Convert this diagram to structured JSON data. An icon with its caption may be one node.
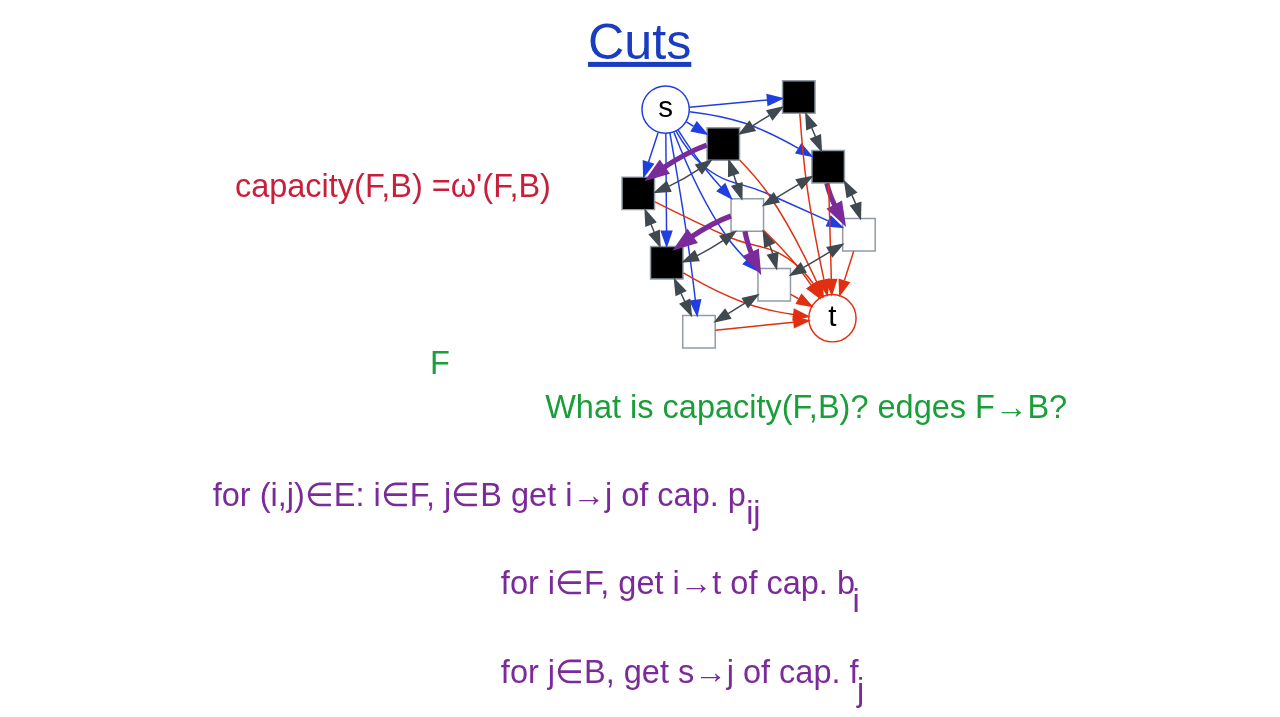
{
  "diagram": {
    "title": "Cuts",
    "nodes": [
      {
        "text": [
          "s"
        ]
      },
      {
        "text": [],
        "shape": "box"
      },
      {
        "text": [],
        "shape": "box"
      },
      {
        "text": [],
        "shape": "box"
      },
      {
        "text": [],
        "shape": "box"
      },
      {
        "text": [],
        "shape": "box"
      },
      {
        "text": [],
        "shape": "box"
      },
      {
        "text": [],
        "shape": "box"
      },
      {
        "text": [],
        "shape": "box"
      },
      {
        "text": [],
        "shape": "box"
      },
      {
        "text": [
          "t"
        ]
      }
    ],
    "edges": [
      {
        "from": 0,
        "to": 1,
        "arrow": "to",
        "color": "#1f3fe0"
      },
      {
        "from": 0,
        "to": 2,
        "arrow": "to",
        "color": "#1f3fe0"
      },
      {
        "from": 0,
        "to": 3,
        "arrow": "to",
        "color": "#1f3fe0"
      },
      {
        "from": 0,
        "to": 4,
        "arrow": "to",
        "color": "#1f3fe0"
      },
      {
        "from": 0,
        "to": 5,
        "arrow": "to",
        "color": "#1f3fe0"
      },
      {
        "from": 0,
        "to": 6,
        "arrow": "to",
        "color": "#1f3fe0"
      },
      {
        "from": 0,
        "to": 7,
        "arrow": "to",
        "color": "#1f3fe0"
      },
      {
        "from": 0,
        "to": 8,
        "arrow": "to",
        "color": "#1f3fe0"
      },
      {
        "from": 0,
        "to": 9,
        "arrow": "to",
        "color": "#1f3fe0"
      },
      {
        "from": 1,
        "to": 10,
        "arrow": "to",
        "color": "#e03010"
      },
      {
        "from": 2,
        "to": 10,
        "arrow": "to",
        "color": "#e03010"
      },
      {
        "from": 3,
        "to": 10,
        "arrow": "to",
        "color": "#e03010"
      },
      {
        "from": 4,
        "to": 10,
        "arrow": "to",
        "color": "#e03010"
      },
      {
        "from": 5,
        "to": 10,
        "arrow": "to",
        "color": "#e03010"
      },
      {
        "from": 6,
        "to": 10,
        "arrow": "to",
        "color": "#e03010"
      },
      {
        "from": 7,
        "to": 10,
        "arrow": "to",
        "color": "#e03010"
      },
      {
        "from": 8,
        "to": 10,
        "arrow": "to",
        "color": "#e03010"
      },
      {
        "from": 9,
        "to": 10,
        "arrow": "to",
        "color": "#e03010"
      },
      {
        "from": 1,
        "to": 2,
        "arrow": "both",
        "color": "#404850"
      },
      {
        "from": 2,
        "to": 3,
        "arrow": "both",
        "color": "#404850"
      },
      {
        "from": 4,
        "to": 5,
        "arrow": "both",
        "color": "#404850"
      },
      {
        "from": 5,
        "to": 6,
        "arrow": "both",
        "color": "#404850"
      },
      {
        "from": 7,
        "to": 8,
        "arrow": "both",
        "color": "#404850"
      },
      {
        "from": 8,
        "to": 9,
        "arrow": "both",
        "color": "#404850"
      },
      {
        "from": 1,
        "to": 4,
        "arrow": "both",
        "color": "#404850"
      },
      {
        "from": 4,
        "to": 7,
        "arrow": "both",
        "color": "#404850"
      },
      {
        "from": 2,
        "to": 5,
        "arrow": "both",
        "color": "#404850"
      },
      {
        "from": 5,
        "to": 8,
        "arrow": "both",
        "color": "#404850"
      },
      {
        "from": 3,
        "to": 6,
        "arrow": "both",
        "color": "#404850"
      },
      {
        "from": 6,
        "to": 9,
        "arrow": "both",
        "color": "#404850"
      },
      {
        "from": 2,
        "to": 3,
        "arrow": "to",
        "style": "thick",
        "color": "#7b2a9a"
      },
      {
        "from": 5,
        "to": 6,
        "arrow": "to",
        "style": "thick",
        "color": "#7b2a9a"
      },
      {
        "from": 4,
        "to": 7,
        "arrow": "to",
        "style": "thick",
        "color": "#7b2a9a"
      },
      {
        "from": 5,
        "to": 8,
        "arrow": "to",
        "style": "thick",
        "color": "#7b2a9a"
      }
    ],
    "labels": [
      "What is capacity(F,B)? edges F→B?",
      "F",
      "capacity(F,B) =ω'(F,B)",
      "for i∈F, get i→t of cap. b$_{i}$",
      "for j∈B, get s→j of cap. f$_{j}$",
      "for (i,j)∈E: i∈F, j∈B get i→j of cap. p$_{ij}$"
    ]
  }
}
